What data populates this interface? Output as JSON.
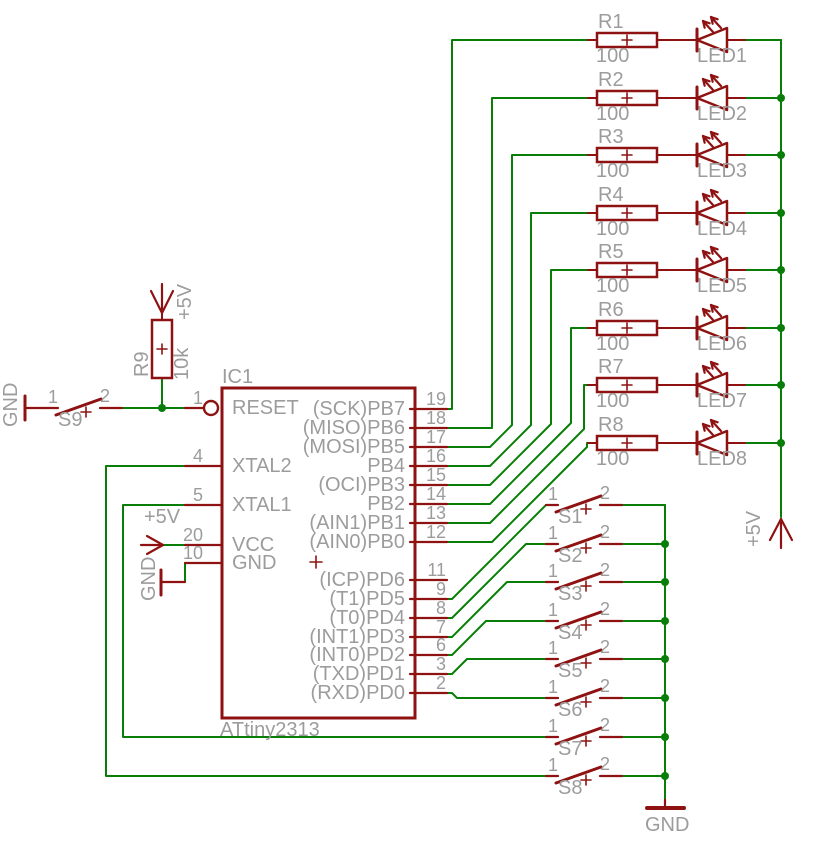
{
  "schematic": {
    "ic": {
      "designator": "IC1",
      "part": "ATtiny2313",
      "origin_mark": "+",
      "left_pins": [
        {
          "num": "1",
          "label": "RESET"
        },
        {
          "num": "4",
          "label": "XTAL2"
        },
        {
          "num": "5",
          "label": "XTAL1"
        },
        {
          "num": "20",
          "label": "VCC"
        },
        {
          "num": "10",
          "label": "GND"
        }
      ],
      "right_pins": [
        {
          "num": "19",
          "label": "(SCK)PB7"
        },
        {
          "num": "18",
          "label": "(MISO)PB6"
        },
        {
          "num": "17",
          "label": "(MOSI)PB5"
        },
        {
          "num": "16",
          "label": "PB4"
        },
        {
          "num": "15",
          "label": "(OCI)PB3"
        },
        {
          "num": "14",
          "label": "PB2"
        },
        {
          "num": "13",
          "label": "(AIN1)PB1"
        },
        {
          "num": "12",
          "label": "(AIN0)PB0"
        },
        {
          "num": "11",
          "label": "(ICP)PD6"
        },
        {
          "num": "9",
          "label": "(T1)PD5"
        },
        {
          "num": "8",
          "label": "(T0)PD4"
        },
        {
          "num": "7",
          "label": "(INT1)PD3"
        },
        {
          "num": "6",
          "label": "(INT0)PD2"
        },
        {
          "num": "3",
          "label": "(TXD)PD1"
        },
        {
          "num": "2",
          "label": "(RXD)PD0"
        }
      ]
    },
    "resistors": [
      {
        "name": "R1",
        "value": "100"
      },
      {
        "name": "R2",
        "value": "100"
      },
      {
        "name": "R3",
        "value": "100"
      },
      {
        "name": "R4",
        "value": "100"
      },
      {
        "name": "R5",
        "value": "100"
      },
      {
        "name": "R6",
        "value": "100"
      },
      {
        "name": "R7",
        "value": "100"
      },
      {
        "name": "R8",
        "value": "100"
      }
    ],
    "leds": [
      {
        "name": "LED1"
      },
      {
        "name": "LED2"
      },
      {
        "name": "LED3"
      },
      {
        "name": "LED4"
      },
      {
        "name": "LED5"
      },
      {
        "name": "LED6"
      },
      {
        "name": "LED7"
      },
      {
        "name": "LED8"
      }
    ],
    "switches": [
      {
        "name": "S1",
        "pin1": "1",
        "pin2": "2"
      },
      {
        "name": "S2",
        "pin1": "1",
        "pin2": "2"
      },
      {
        "name": "S3",
        "pin1": "1",
        "pin2": "2"
      },
      {
        "name": "S4",
        "pin1": "1",
        "pin2": "2"
      },
      {
        "name": "S5",
        "pin1": "1",
        "pin2": "2"
      },
      {
        "name": "S6",
        "pin1": "1",
        "pin2": "2"
      },
      {
        "name": "S7",
        "pin1": "1",
        "pin2": "2"
      },
      {
        "name": "S8",
        "pin1": "1",
        "pin2": "2"
      }
    ],
    "pullup_resistor": {
      "name": "R9",
      "value": "10k"
    },
    "reset_switch": {
      "name": "S9",
      "pin1": "1",
      "pin2": "2"
    },
    "power": {
      "vcc_label": "+5V",
      "gnd_label": "GND"
    },
    "colors": {
      "wire": "#087e08",
      "symbol": "#8e1212",
      "label": "#9c9c9c",
      "background": "#ffffff"
    }
  }
}
